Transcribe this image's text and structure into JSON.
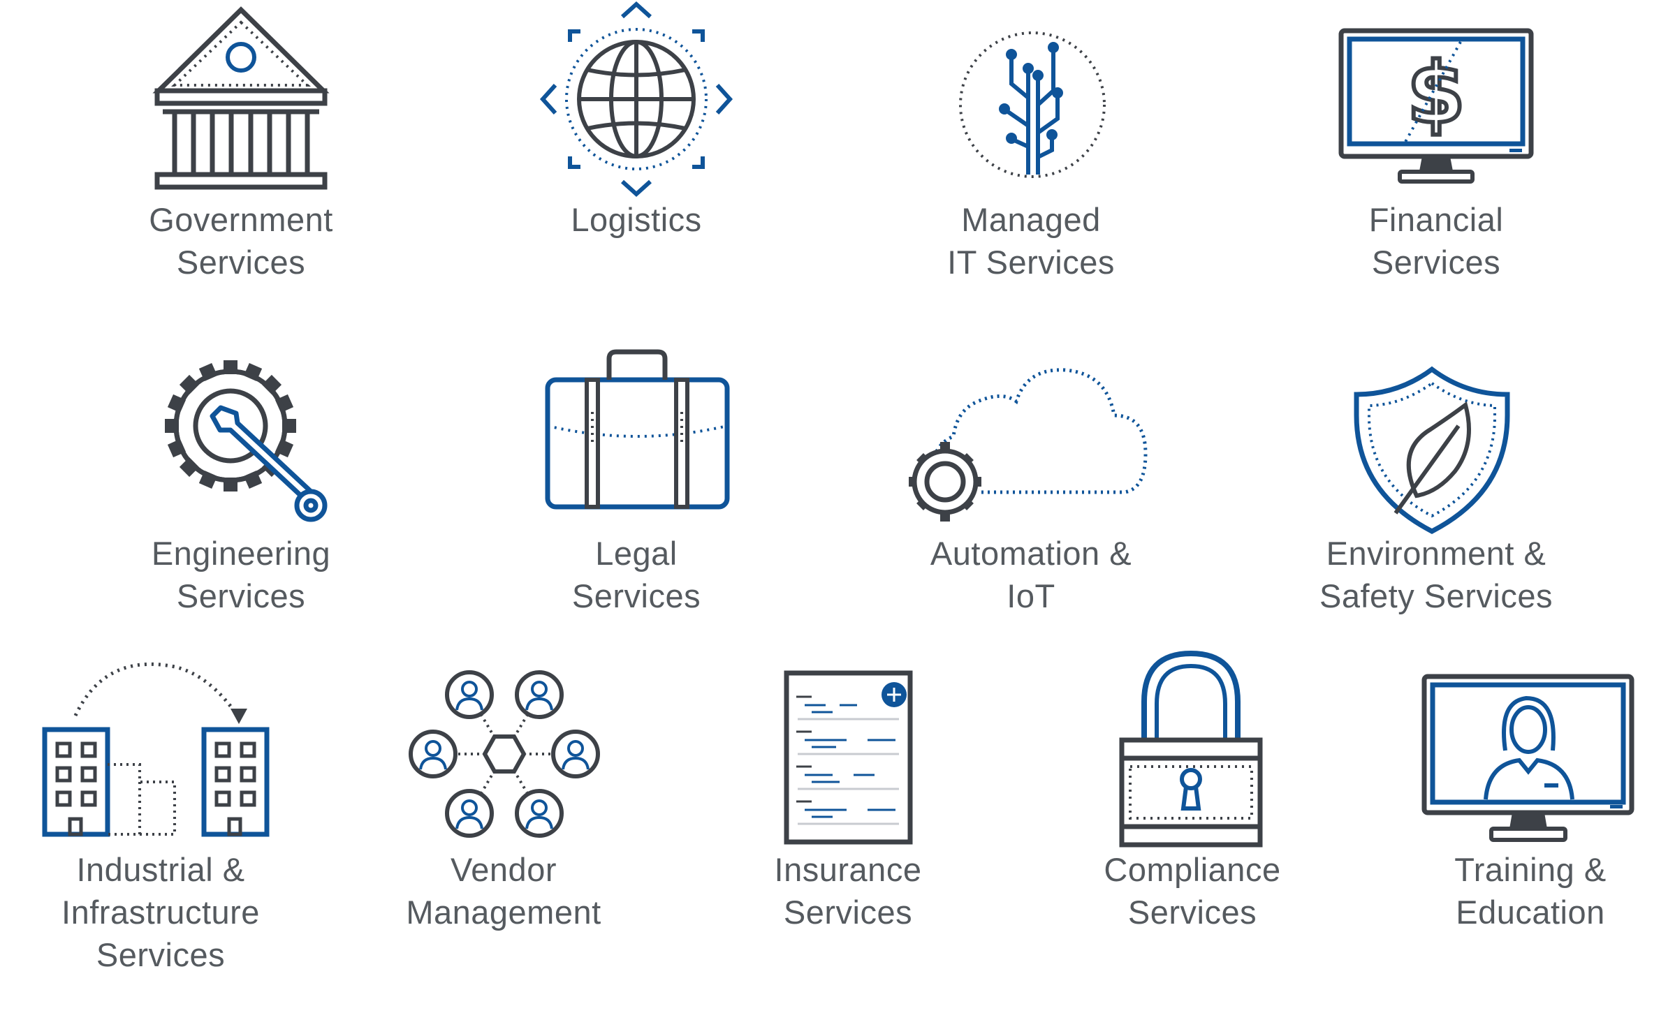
{
  "colors": {
    "dark": "#3d4147",
    "blue": "#0f5499",
    "text": "#555a5f"
  },
  "items": [
    {
      "label": "Government\nServices",
      "icon": "government-building-icon"
    },
    {
      "label": "Logistics",
      "icon": "globe-arrows-icon"
    },
    {
      "label": "Managed\nIT Services",
      "icon": "circuit-tree-icon"
    },
    {
      "label": "Financial\nServices",
      "icon": "dollar-monitor-icon"
    },
    {
      "label": "Engineering\nServices",
      "icon": "gear-wrench-icon"
    },
    {
      "label": "Legal\nServices",
      "icon": "briefcase-icon"
    },
    {
      "label": "Automation &\nIoT",
      "icon": "cloud-gear-icon"
    },
    {
      "label": "Environment &\nSafety Services",
      "icon": "shield-leaf-icon"
    },
    {
      "label": "Industrial &\nInfrastructure\nServices",
      "icon": "buildings-transfer-icon"
    },
    {
      "label": "Vendor\nManagement",
      "icon": "people-network-icon"
    },
    {
      "label": "Insurance\nServices",
      "icon": "policy-document-icon"
    },
    {
      "label": "Compliance\nServices",
      "icon": "padlock-icon"
    },
    {
      "label": "Training &\nEducation",
      "icon": "video-trainer-icon"
    }
  ]
}
